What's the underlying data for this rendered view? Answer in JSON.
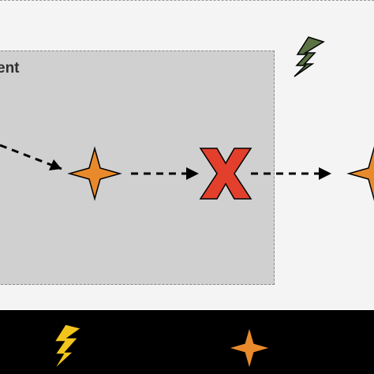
{
  "diagram": {
    "inner_region_label": "ent",
    "colors": {
      "outer_background": "#f4f4f4",
      "inner_background": "#d0d0d0",
      "legend_background": "#000000",
      "star_fill": "#e88a2c",
      "cross_fill": "#e2402c",
      "bolt_green": "#5b7245",
      "bolt_yellow": "#f2c51d",
      "arrow": "#000000"
    },
    "nodes": [
      {
        "id": "star-1",
        "icon": "four-point-star-icon"
      },
      {
        "id": "cross",
        "icon": "x-mark-icon"
      },
      {
        "id": "star-2",
        "icon": "four-point-star-icon"
      },
      {
        "id": "bolt",
        "icon": "lightning-bolt-icon"
      }
    ],
    "legend": [
      {
        "icon": "lightning-bolt-icon",
        "color": "#f2c51d"
      },
      {
        "icon": "four-point-star-icon",
        "color": "#e88a2c"
      }
    ]
  }
}
